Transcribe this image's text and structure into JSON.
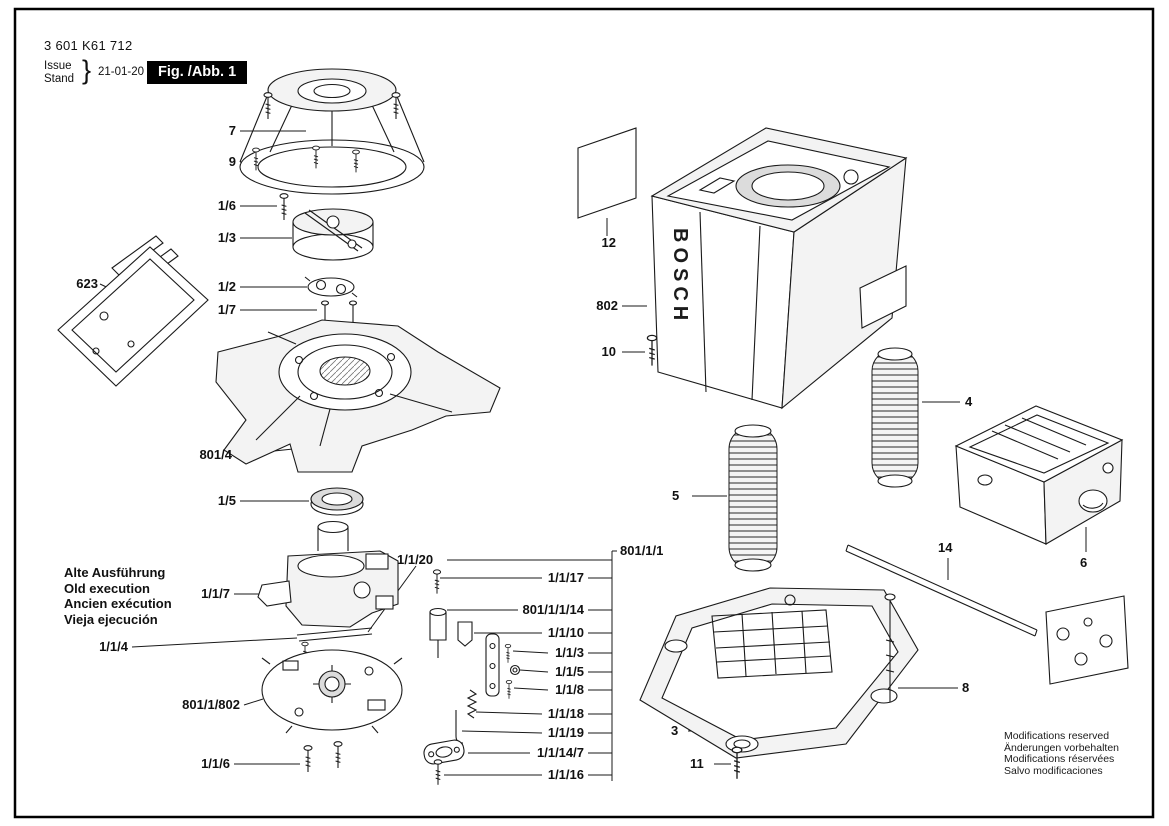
{
  "header": {
    "part_number": "3 601 K61 712",
    "issue_label": "Issue",
    "stand_label": "Stand",
    "brace": "}",
    "issue_date": "21-01-20",
    "figure_label": "Fig. /Abb. 1"
  },
  "brand": "BOSCH",
  "old_execution_note": {
    "line1": "Alte Ausführung",
    "line2": "Old execution",
    "line3": "Ancien exécution",
    "line4": "Vieja ejecución"
  },
  "modifications_note": {
    "line1": "Modifications reserved",
    "line2": "Änderungen vorbehalten",
    "line3": "Modifications réservées",
    "line4": "Salvo modificaciones"
  },
  "part_labels": {
    "p7": "7",
    "p9": "9",
    "p1_6": "1/6",
    "p1_3": "1/3",
    "p623": "623",
    "p1_2": "1/2",
    "p1_7": "1/7",
    "p801_4": "801/4",
    "p1_5": "1/5",
    "p1_1_20": "1/1/20",
    "p801_1_1": "801/1/1",
    "p1_1_17": "1/1/17",
    "p801_1_1_14": "801/1/1/14",
    "p1_1_10": "1/1/10",
    "p1_1_3": "1/1/3",
    "p1_1_5": "1/1/5",
    "p1_1_8": "1/1/8",
    "p1_1_18": "1/1/18",
    "p1_1_19": "1/1/19",
    "p1_1_14_7": "1/1/14/7",
    "p1_1_16": "1/1/16",
    "p1_1_7": "1/1/7",
    "p1_1_4": "1/1/4",
    "p801_1_802": "801/1/802",
    "p1_1_6": "1/1/6",
    "p12": "12",
    "p802": "802",
    "p10": "10",
    "p4": "4",
    "p5": "5",
    "p14": "14",
    "p6": "6",
    "p8": "8",
    "p3": "3",
    "p11": "11"
  },
  "colors": {
    "ink": "#1a1a1a",
    "frame": "#000000",
    "badge_bg": "#000000",
    "badge_text": "#ffffff",
    "paper": "#ffffff"
  }
}
